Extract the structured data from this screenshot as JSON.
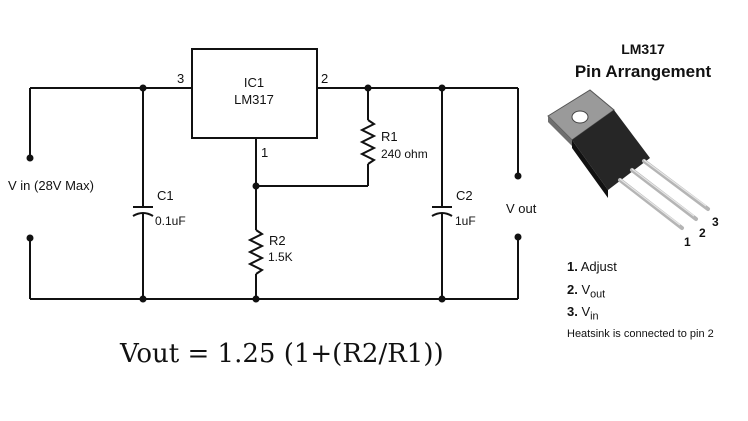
{
  "ic": {
    "ref": "IC1",
    "part": "LM317",
    "pin_in": "3",
    "pin_out": "2",
    "pin_adj": "1"
  },
  "vin_label": "V in (28V Max)",
  "vout_label": "V out",
  "c1": {
    "ref": "C1",
    "value": "0.1uF"
  },
  "c2": {
    "ref": "C2",
    "value": "1uF"
  },
  "r1": {
    "ref": "R1",
    "value": "240 ohm"
  },
  "r2": {
    "ref": "R2",
    "value": "1.5K"
  },
  "formula": "Vout = 1.25 (1+(R2/R1))",
  "pin_panel": {
    "part": "LM317",
    "title": "Pin Arrangement",
    "lead_numbers": [
      "1",
      "2",
      "3"
    ],
    "pins": [
      {
        "num": "1.",
        "name": "Adjust",
        "sub": ""
      },
      {
        "num": "2.",
        "name": "V",
        "sub": "out"
      },
      {
        "num": "3.",
        "name": "V",
        "sub": "in"
      }
    ],
    "note": "Heatsink is connected to pin 2"
  }
}
